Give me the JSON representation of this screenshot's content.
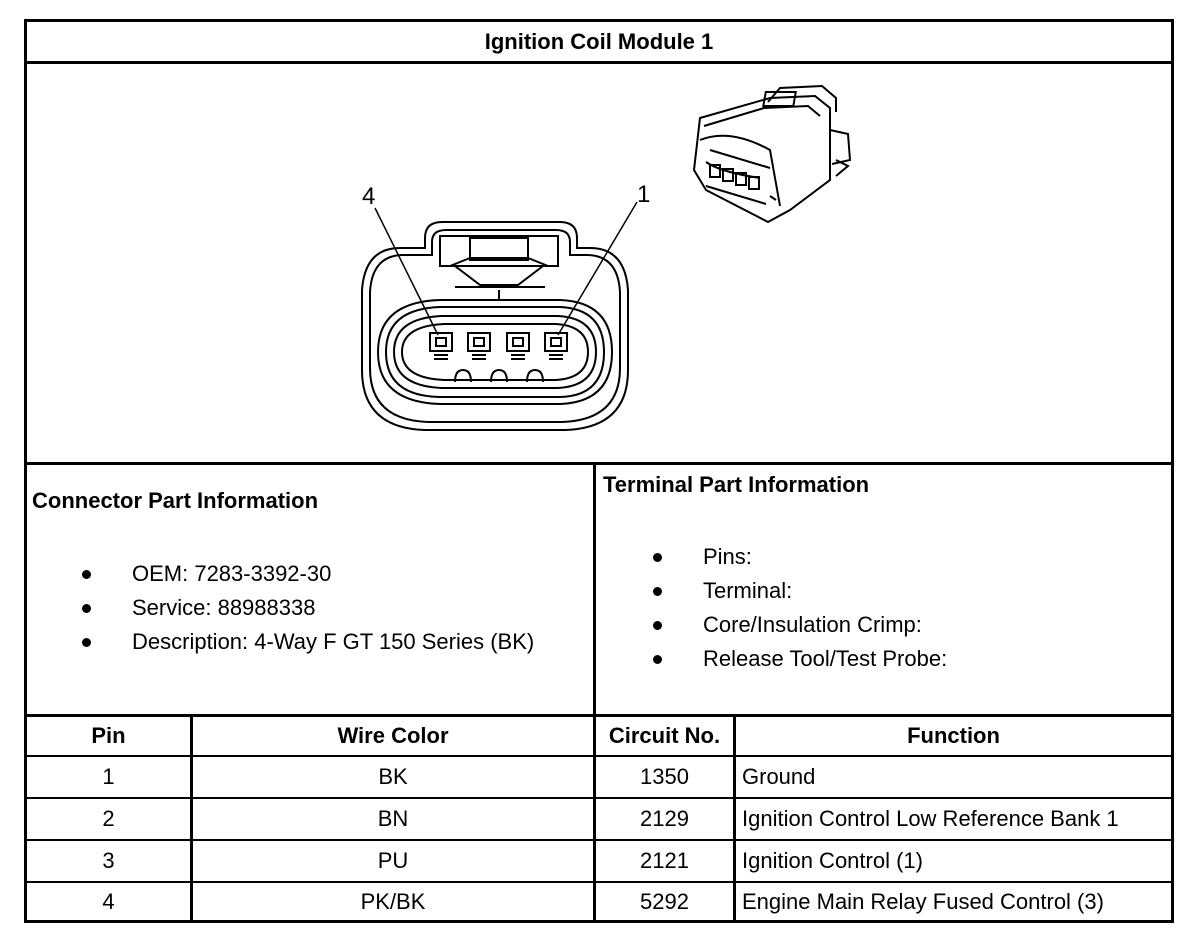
{
  "title": "Ignition Coil Module 1",
  "diagram": {
    "pin_callout_left": "4",
    "pin_callout_right": "1"
  },
  "connector_info": {
    "heading": "Connector Part Information",
    "items": [
      "OEM: 7283-3392-30",
      "Service: 88988338",
      "Description: 4-Way F GT 150 Series (BK)"
    ]
  },
  "terminal_info": {
    "heading": "Terminal Part Information",
    "items": [
      "Pins:",
      "Terminal:",
      "Core/Insulation Crimp:",
      "Release Tool/Test Probe:"
    ]
  },
  "table": {
    "headers": [
      "Pin",
      "Wire Color",
      "Circuit No.",
      "Function"
    ],
    "rows": [
      [
        "1",
        "BK",
        "1350",
        "Ground"
      ],
      [
        "2",
        "BN",
        "2129",
        "Ignition Control Low Reference Bank 1"
      ],
      [
        "3",
        "PU",
        "2121",
        "Ignition Control (1)"
      ],
      [
        "4",
        "PK/BK",
        "5292",
        "Engine Main Relay Fused Control (3)"
      ]
    ]
  }
}
